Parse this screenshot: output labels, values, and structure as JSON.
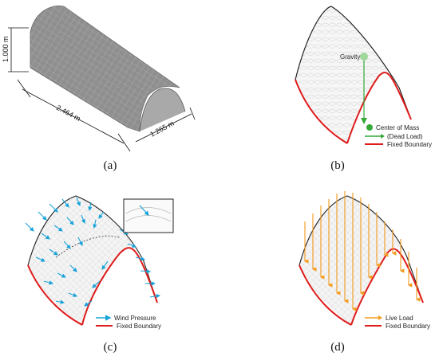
{
  "panels": {
    "a": {
      "caption": "(a)",
      "dim_height": "1.000 m",
      "dim_length": "2.464 m",
      "dim_width": "1.265 m"
    },
    "b": {
      "caption": "(b)",
      "gravity_label": "Gravity",
      "legend_center_of_mass": "Center of Mass",
      "legend_dead_load": "(Dead Load)",
      "legend_fixed_boundary": "Fixed Boundary",
      "colors": {
        "load": "#35a838",
        "boundary": "#e01b1b",
        "outline": "#222222"
      }
    },
    "c": {
      "caption": "(c)",
      "legend_wind_pressure": "Wind Pressure",
      "legend_fixed_boundary": "Fixed Boundary",
      "colors": {
        "load": "#1aa3d9",
        "boundary": "#e01b1b"
      }
    },
    "d": {
      "caption": "(d)",
      "legend_live_load": "Live Load",
      "legend_fixed_boundary": "Fixed Boundary",
      "colors": {
        "load": "#f39a1b",
        "boundary": "#e01b1b"
      }
    }
  }
}
